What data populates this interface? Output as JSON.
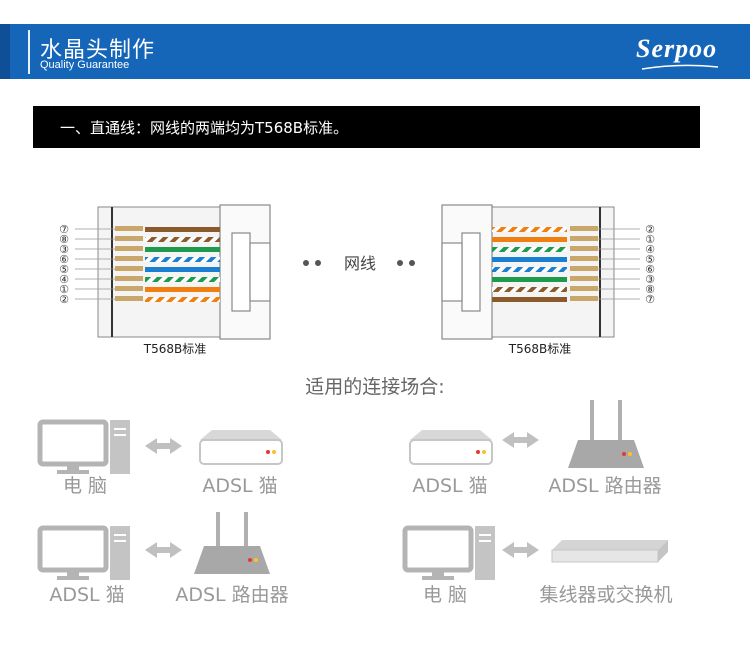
{
  "header": {
    "title": "水晶头制作",
    "subtitle": "Quality Guarantee",
    "logo": "Serpoo"
  },
  "section": {
    "heading": "一、直通线：网线的两端均为T568B标准。"
  },
  "diagram": {
    "left_numbers": [
      "⑦",
      "⑧",
      "③",
      "⑥",
      "⑤",
      "④",
      "①",
      "②"
    ],
    "right_numbers": [
      "②",
      "①",
      "④",
      "⑤",
      "⑥",
      "③",
      "⑧",
      "⑦"
    ],
    "left_caption": "T568B标准",
    "right_caption": "T568B标准",
    "cable_label": "网线"
  },
  "scenes": {
    "heading": "适用的连接场合:",
    "labels": {
      "computer1": "电  脑",
      "modem1": "ADSL 猫",
      "modem2": "ADSL 猫",
      "router1": "ADSL 路由器",
      "modem3": "ADSL 猫",
      "router2": "ADSL 路由器",
      "computer2": "电  脑",
      "hub": "集线器或交换机"
    }
  },
  "colors": {
    "header_blue": "#1565b8",
    "wire_brown": "#8b5a2b",
    "wire_green": "#1d9a4c",
    "wire_blue": "#1a7fd0",
    "wire_orange": "#f07f12",
    "gray_device": "#b4b4b4"
  }
}
